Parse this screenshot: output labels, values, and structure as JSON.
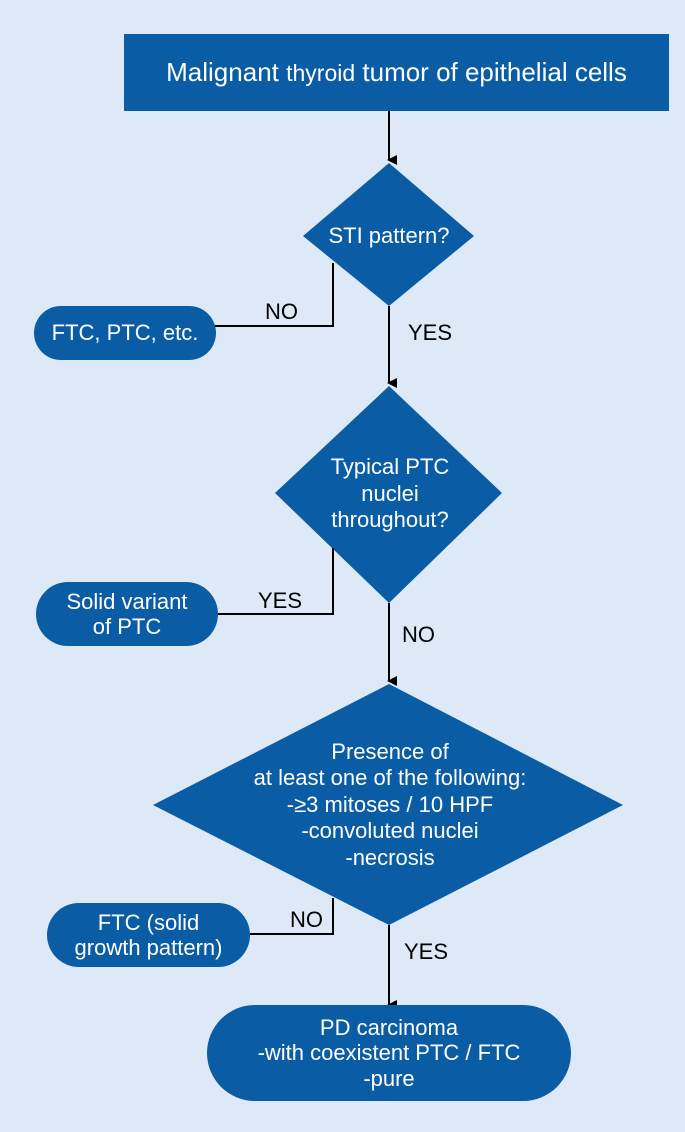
{
  "colors": {
    "background": "#dde9f7",
    "node_fill": "#0a5ca5",
    "node_text": "#ffffff",
    "line": "#000000"
  },
  "nodes": {
    "start": {
      "text_main": "Malignant ",
      "text_small": "thyroid",
      "text_end": " tumor of epithelial cells"
    },
    "q1": {
      "lines": [
        "STI pattern?"
      ]
    },
    "r1": {
      "lines": [
        "FTC, PTC, etc."
      ]
    },
    "q2": {
      "lines": [
        "Typical PTC",
        "nuclei",
        "throughout?"
      ]
    },
    "r2": {
      "lines": [
        "Solid variant",
        "of PTC"
      ]
    },
    "q3": {
      "lines": [
        "Presence of",
        "at least one of the following:",
        "-≥3 mitoses / 10 HPF",
        "-convoluted nuclei",
        "-necrosis"
      ]
    },
    "r3": {
      "lines": [
        "FTC (solid",
        "growth pattern)"
      ]
    },
    "end": {
      "lines": [
        "PD carcinoma",
        "-with coexistent PTC / FTC",
        "-pure"
      ]
    }
  },
  "edges": {
    "q1_no": "NO",
    "q1_yes": "YES",
    "q2_yes": "YES",
    "q2_no": "NO",
    "q3_no": "NO",
    "q3_yes": "YES"
  }
}
